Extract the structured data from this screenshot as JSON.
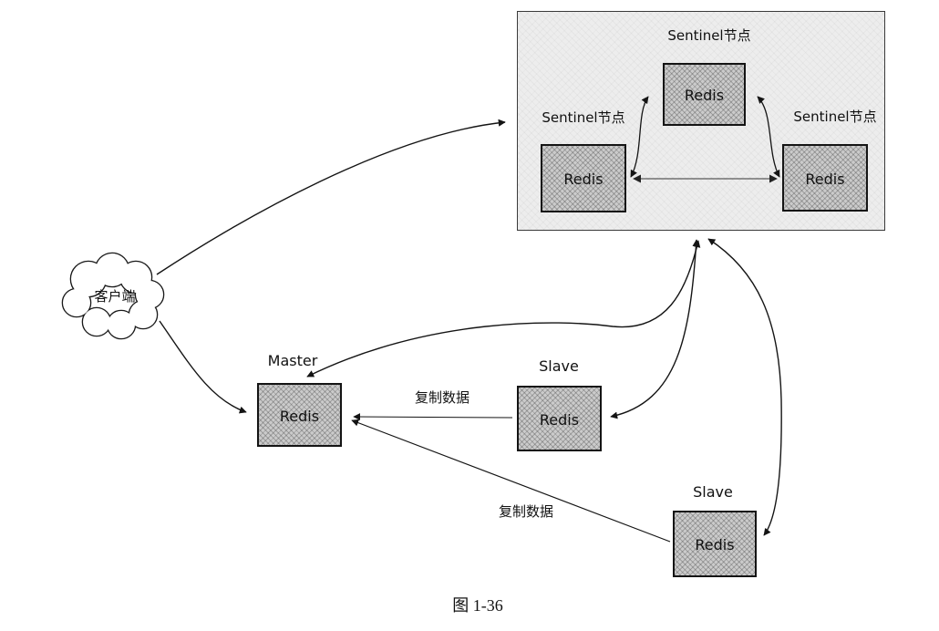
{
  "figure": {
    "caption": "图 1-36",
    "client": {
      "label": "客户端"
    },
    "sentinel_panel": {
      "title": "Sentinel节点",
      "left_label": "Sentinel节点",
      "right_label": "Sentinel节点",
      "top_node": "Redis",
      "left_node": "Redis",
      "right_node": "Redis"
    },
    "master": {
      "role": "Master",
      "node": "Redis"
    },
    "slave1": {
      "role": "Slave",
      "node": "Redis"
    },
    "slave2": {
      "role": "Slave",
      "node": "Redis"
    },
    "edges": {
      "replicate1": "复制数据",
      "replicate2": "复制数据"
    },
    "colors": {
      "node_fill": "#cbcbcb",
      "panel_fill": "#ededed",
      "line": "#141414",
      "background": "#ffffff"
    }
  }
}
